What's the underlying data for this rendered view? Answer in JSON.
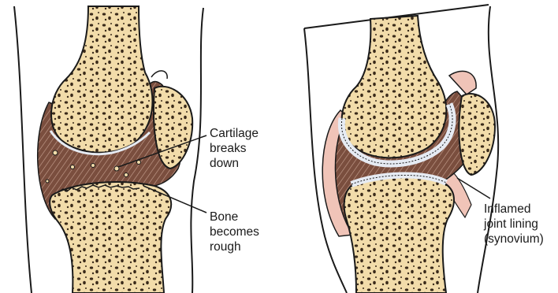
{
  "colors": {
    "bone": "#f2dcaa",
    "bone_outline": "#1a1a1a",
    "marrow_pores": "#3a2a1a",
    "cartilage": "#e6ebf3",
    "synovial_fluid": "#7a4e3e",
    "inflamed_lining": "#f0c4b8",
    "skin_outline": "#1a1a1a"
  },
  "labels": {
    "cartilage": [
      "Cartilage",
      "breaks",
      "down"
    ],
    "bone": [
      "Bone",
      "becomes",
      "rough"
    ],
    "lining": [
      "Inflamed",
      "joint lining",
      "(synovium)"
    ]
  }
}
